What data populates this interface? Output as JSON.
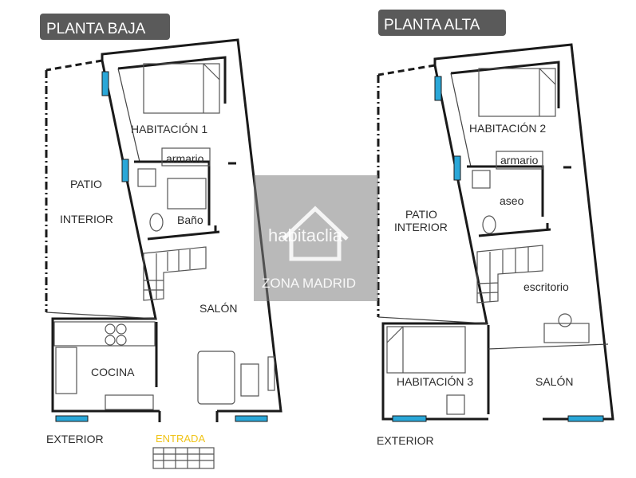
{
  "floors": {
    "ground": {
      "title": "PLANTA BAJA",
      "rooms": {
        "bedroom": "HABITACIÓN  1",
        "wardrobe": "armario",
        "patio_line1": "PATIO",
        "patio_line2": "INTERIOR",
        "bathroom": "Baño",
        "living": "SALÓN",
        "kitchen": "COCINA",
        "exterior": "EXTERIOR",
        "entrance": "ENTRADA"
      }
    },
    "upper": {
      "title": "PLANTA ALTA",
      "rooms": {
        "bedroom2": "HABITACIÓN  2",
        "wardrobe": "armario",
        "patio_line1": "PATIO",
        "patio_line2": "INTERIOR",
        "toilet": "aseo",
        "desk": "escritorio",
        "bedroom3": "HABITACIÓN  3",
        "living": "SALÓN",
        "exterior": "EXTERIOR"
      }
    }
  },
  "watermark": {
    "brand": "habitaclia",
    "agency": "ZONA MADRID"
  },
  "colors": {
    "window": "#2aa7d8",
    "title_bg": "#5a5a5a",
    "entrance_text": "#f0c419"
  }
}
